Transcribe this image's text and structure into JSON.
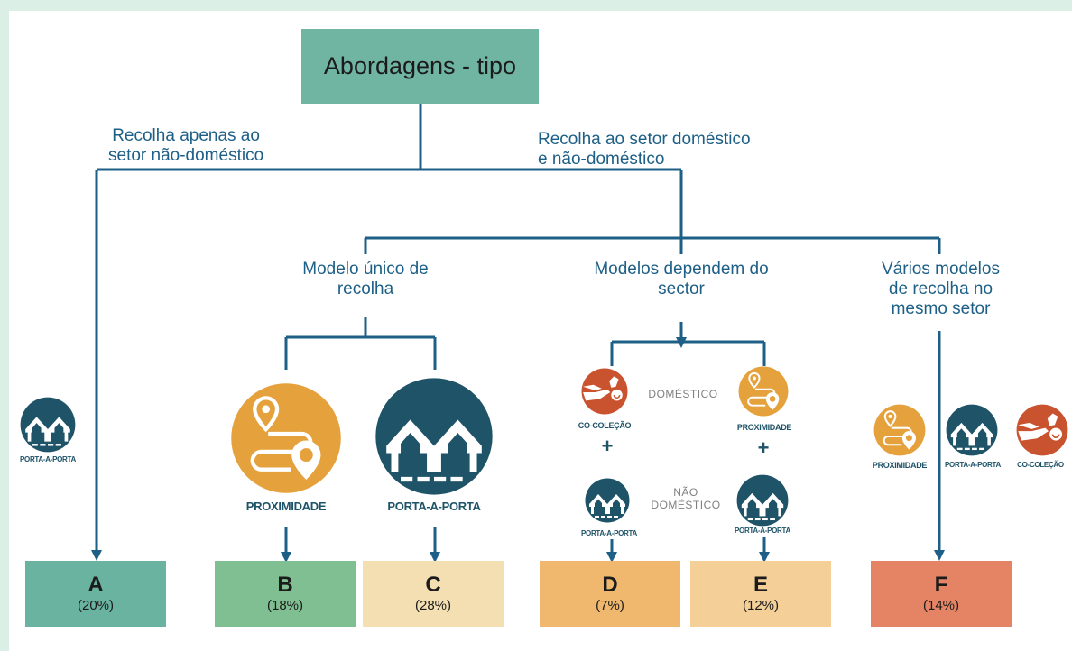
{
  "root": {
    "title": "Abordagens - tipo"
  },
  "branches": {
    "non_domestic_line1": "Recolha apenas ao",
    "non_domestic_line2": "setor não-doméstico",
    "both_line1": "Recolha ao setor doméstico",
    "both_line2": "e não-doméstico"
  },
  "models": {
    "single_line1": "Modelo único de",
    "single_line2": "recolha",
    "by_sector_line1": "Modelos dependem do",
    "by_sector_line2": "sector",
    "multiple_line1": "Vários modelos",
    "multiple_line2": "de recolha no",
    "multiple_line3": "mesmo setor"
  },
  "sectors": {
    "domestic": "DOMÉSTICO",
    "non_domestic_line1": "NÃO",
    "non_domestic_line2": "DOMÉSTICO"
  },
  "icon_labels": {
    "porta_a_porta": "PORTA-A-PORTA",
    "proximidade": "PROXIMIDADE",
    "co_colecao": "CO-COLEÇÃO"
  },
  "plus_sign": "+",
  "outcomes": [
    {
      "letter": "A",
      "percent": "(20%)",
      "color": "#6ab3a0"
    },
    {
      "letter": "B",
      "percent": "(18%)",
      "color": "#7fbf91"
    },
    {
      "letter": "C",
      "percent": "(28%)",
      "color": "#f3dfb1"
    },
    {
      "letter": "D",
      "percent": "(7%)",
      "color": "#efb86e"
    },
    {
      "letter": "E",
      "percent": "(12%)",
      "color": "#f4cf97"
    },
    {
      "letter": "F",
      "percent": "(14%)",
      "color": "#e58464"
    }
  ],
  "colors": {
    "root_box": "#6fb5a1",
    "connector": "#1d5f86",
    "porta_icon": "#1e5368",
    "proximidade_icon": "#e5a13c",
    "co_colecao_icon": "#c9532f"
  }
}
